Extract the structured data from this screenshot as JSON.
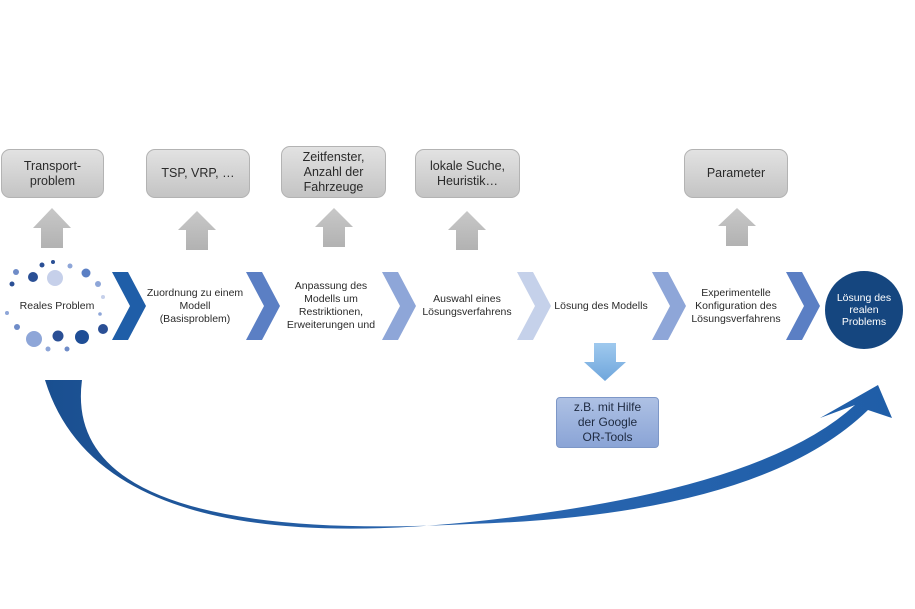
{
  "colors": {
    "gray_box": "#d3d3d3",
    "gray_arrow": "#bfbfbf",
    "chevron_dark": "#1f5ea8",
    "chevron_mid": "#5b7fc4",
    "chevron_light": "#8ea6d8",
    "chevron_pale": "#c5d1ea",
    "final_circle": "#15467f",
    "curved_arrow": "#1f5ea8",
    "tool_box": "#9db3df",
    "tool_arrow": "#8fbde6"
  },
  "top_boxes": [
    {
      "label": "Transport-\nproblem"
    },
    {
      "label": "TSP, VRP, …"
    },
    {
      "label": "Zeitfenster,\nAnzahl der\nFahrzeuge"
    },
    {
      "label": "lokale Suche,\nHeuristik…"
    },
    {
      "label": "Parameter"
    }
  ],
  "steps": [
    {
      "label": "Reales Problem"
    },
    {
      "label": "Zuordnung zu einem\nModell\n(Basisproblem)"
    },
    {
      "label": "Anpassung des\nModells um\nRestriktionen,\nErweiterungen und"
    },
    {
      "label": "Auswahl eines\nLösungsverfahrens"
    },
    {
      "label": "Lösung des Modells"
    },
    {
      "label": "Experimentelle\nKonfiguration des\nLösungsverfahrens"
    }
  ],
  "final_step": {
    "label": "Lösung des\nrealen\nProblems"
  },
  "tool_box": {
    "label": "z.B. mit Hilfe\nder Google\nOR-Tools"
  }
}
